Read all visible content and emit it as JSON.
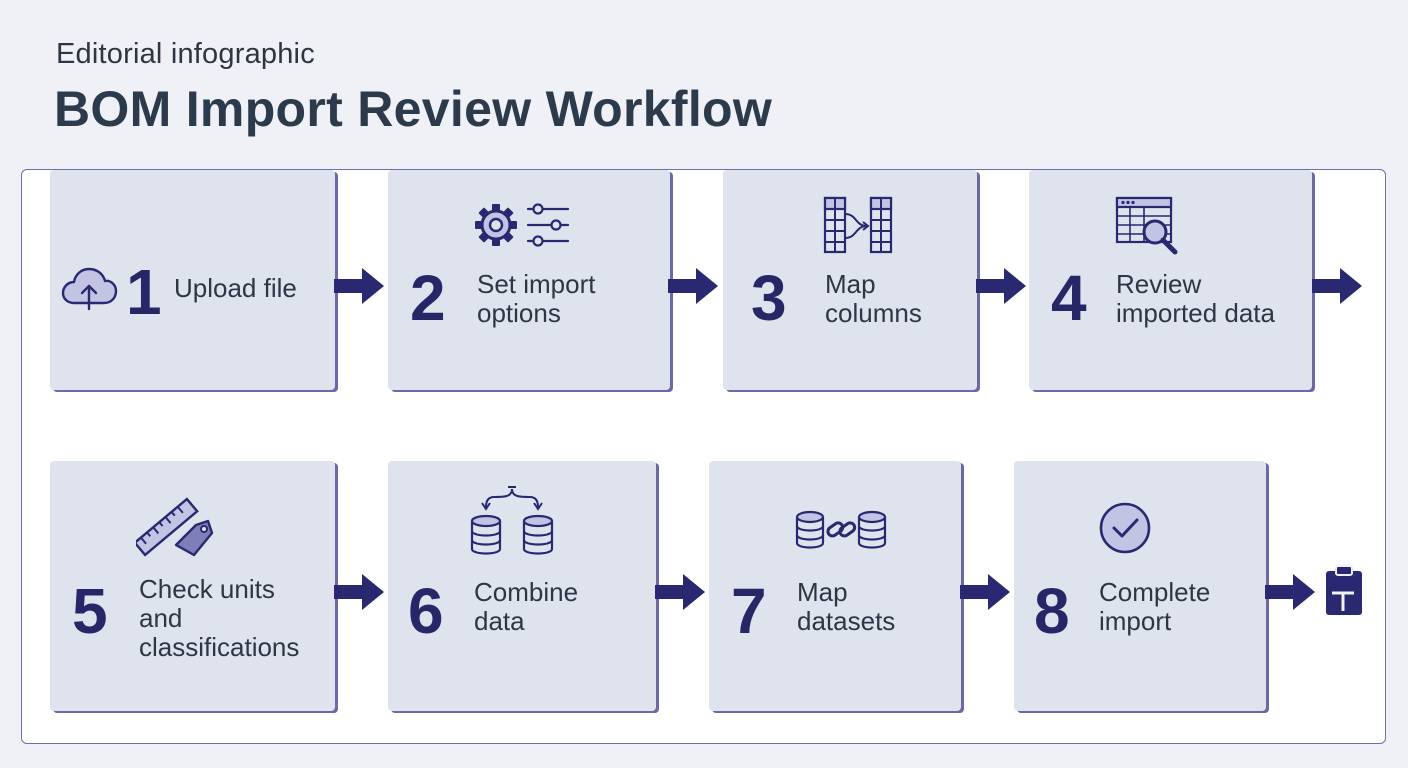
{
  "header": {
    "kicker": "Editorial infographic",
    "title": "BOM Import Review Workflow"
  },
  "colors": {
    "accent": "#2a2870",
    "card": "#dfe3ee",
    "card_shadow": "#6c6aa6",
    "text": "#2d3645",
    "background": "#eff1f6"
  },
  "steps": [
    {
      "number": "1",
      "label": "Upload file",
      "icon": "cloud-upload-icon"
    },
    {
      "number": "2",
      "label": "Set import\noptions",
      "icon": "settings-sliders-icon"
    },
    {
      "number": "3",
      "label": "Map\ncolumns",
      "icon": "column-mapping-icon"
    },
    {
      "number": "4",
      "label": "Review\nimported data",
      "icon": "spreadsheet-search-icon"
    },
    {
      "number": "5",
      "label": "Check units\nand\nclassifications",
      "icon": "ruler-tag-icon"
    },
    {
      "number": "6",
      "label": "Combine\ndata",
      "icon": "database-merge-icon"
    },
    {
      "number": "7",
      "label": "Map\ndatasets",
      "icon": "database-link-icon"
    },
    {
      "number": "8",
      "label": "Complete\nimport",
      "icon": "check-circle-icon"
    }
  ],
  "end_icon": "clipboard-icon"
}
